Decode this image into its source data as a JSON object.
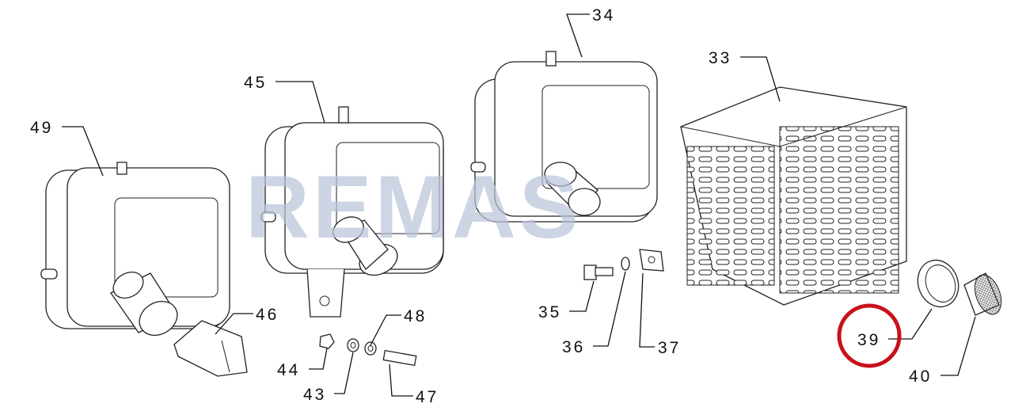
{
  "watermark": "REMAS",
  "highlight_color": "#c8101a",
  "highlighted_part": "39",
  "callouts": {
    "p49": "49",
    "p45": "45",
    "p34": "34",
    "p33": "33",
    "p46": "46",
    "p48": "48",
    "p44": "44",
    "p43": "43",
    "p47": "47",
    "p35": "35",
    "p36": "36",
    "p37": "37",
    "p39": "39",
    "p40": "40"
  }
}
